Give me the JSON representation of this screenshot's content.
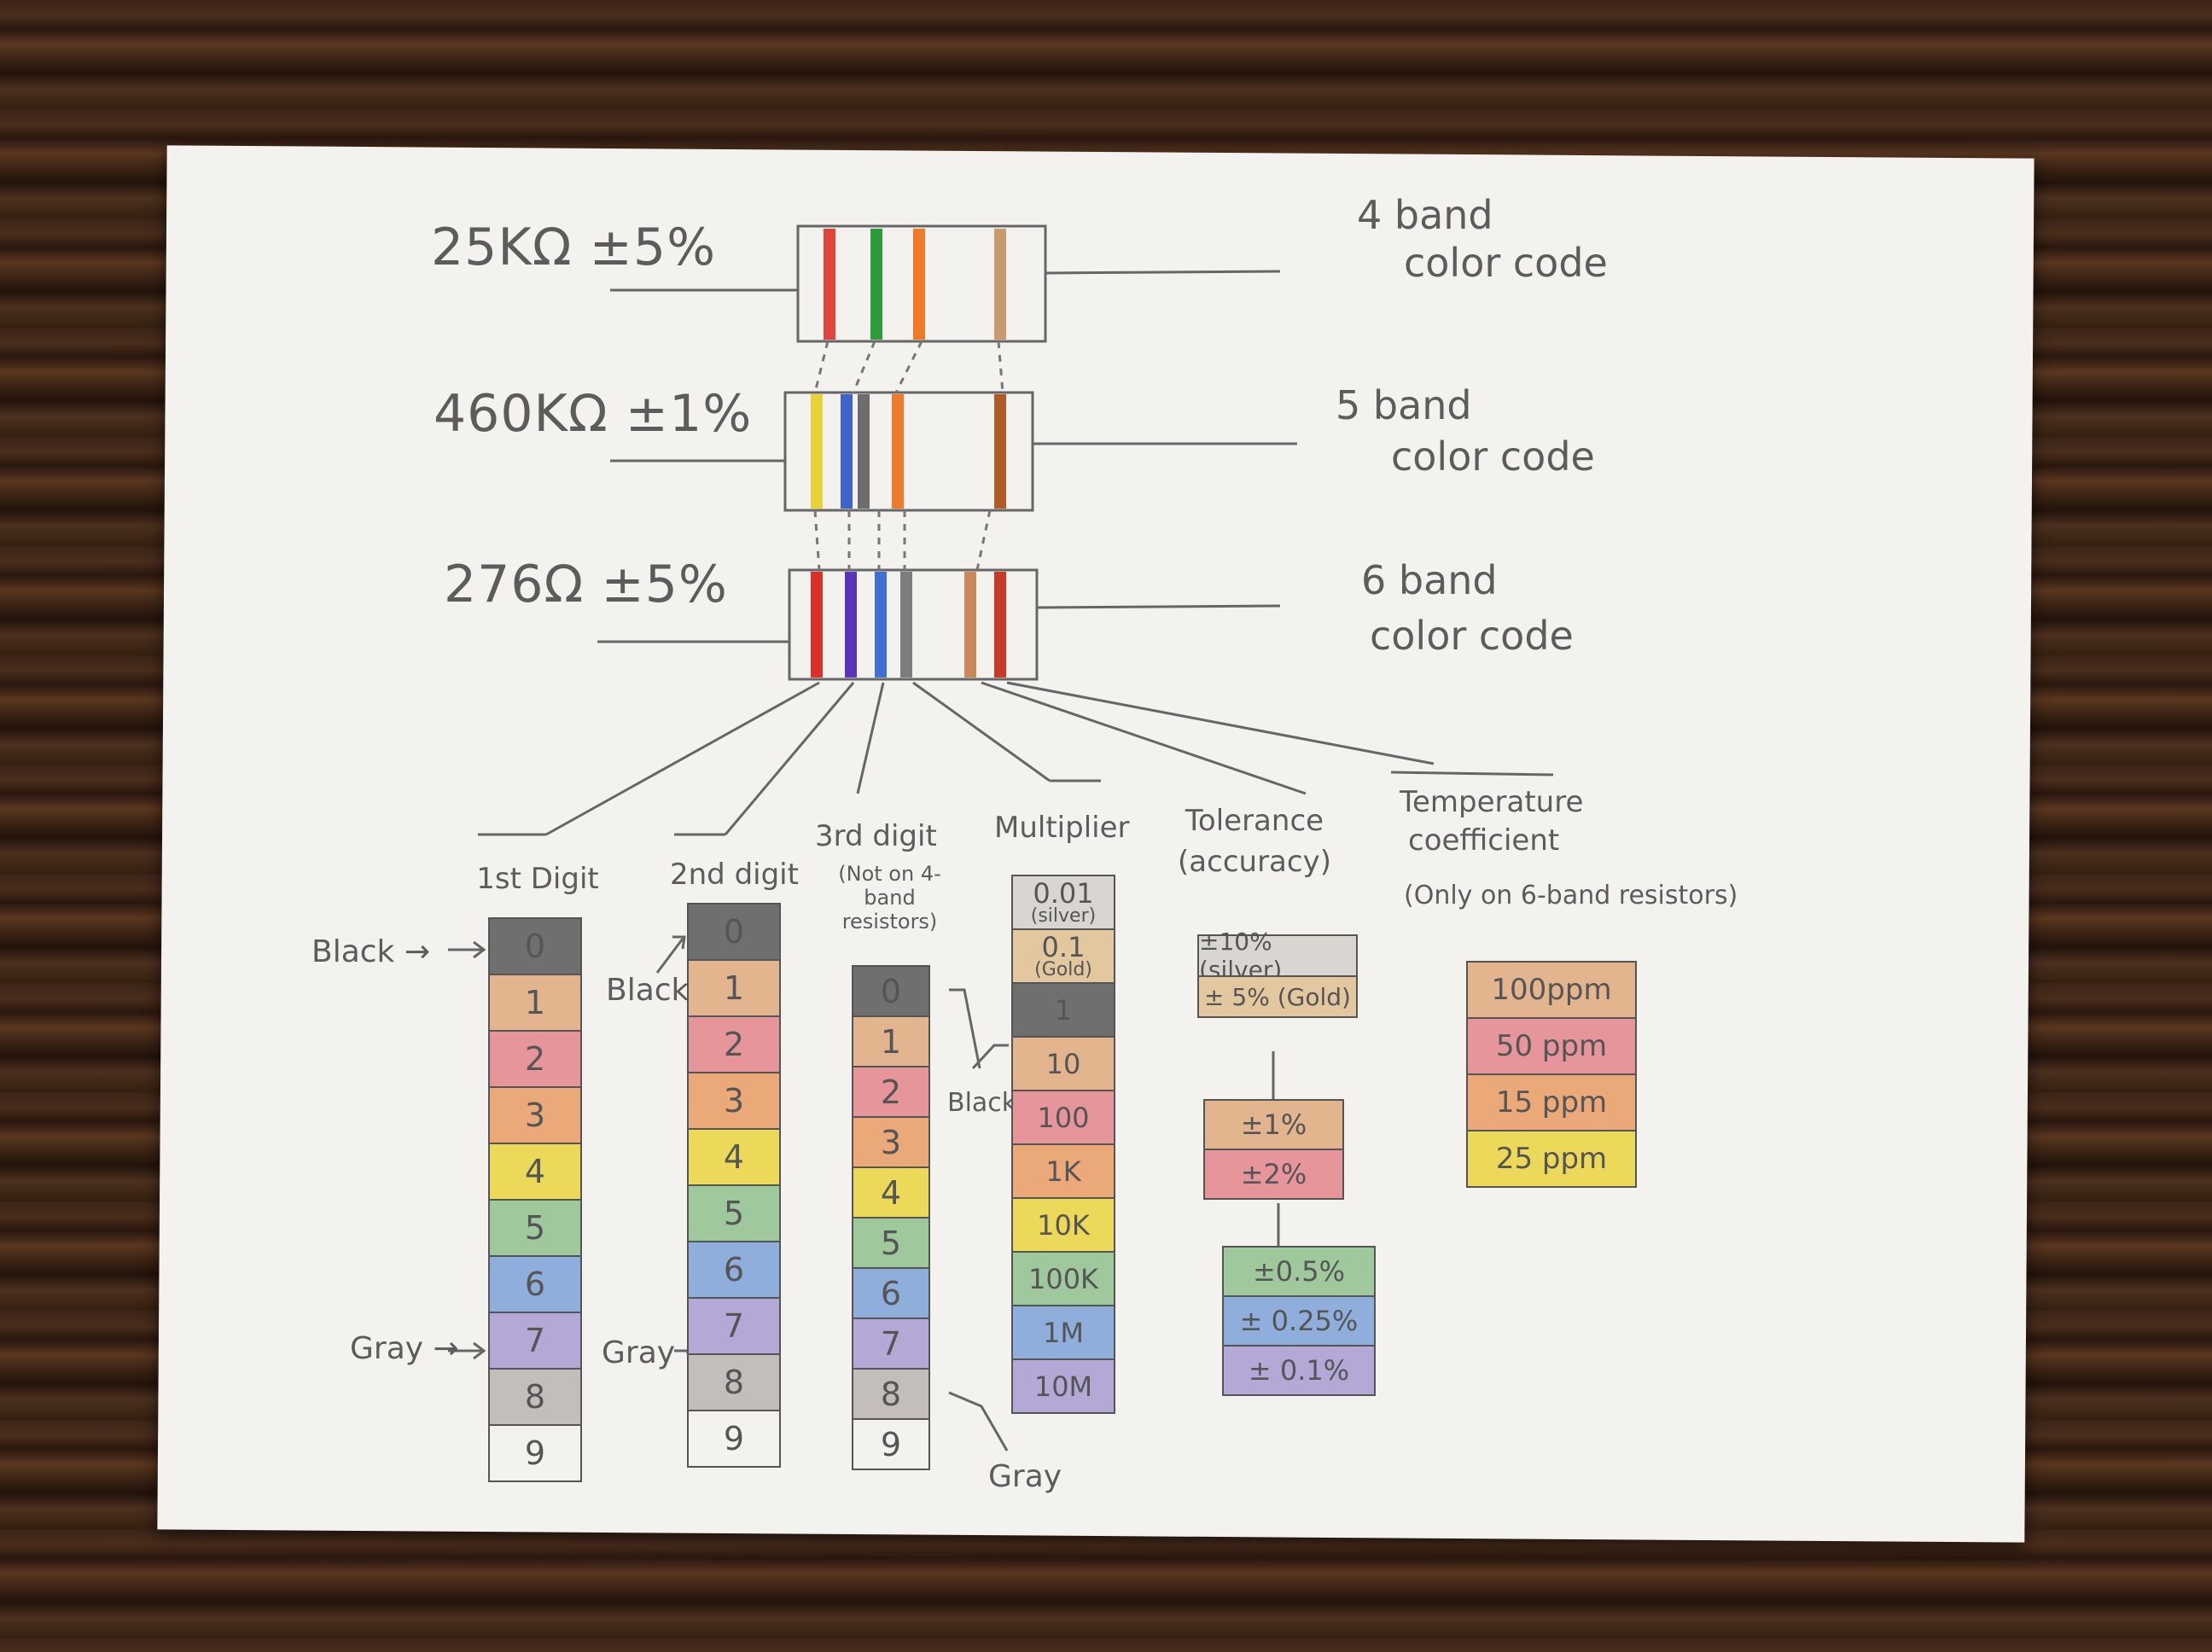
{
  "resistors": {
    "r4": {
      "value": "25KΩ ±5%",
      "note_line1": "4 band",
      "note_line2": "color code",
      "band_colors": [
        "#e0443a",
        "#2f9a3a",
        "#ee7a2a",
        "#c99a6e"
      ]
    },
    "r5": {
      "value": "460KΩ ±1%",
      "note_line1": "5 band",
      "note_line2": "color code",
      "band_colors": [
        "#e8d23a",
        "#3f63c7",
        "#6d6d6d",
        "#ee7a2a",
        "#b05a2a"
      ]
    },
    "r6": {
      "value": "276Ω ±5%",
      "note_line1": "6 band",
      "note_line2": "color code",
      "band_colors": [
        "#d8302a",
        "#5b35b8",
        "#3f6fd0",
        "#7c7c7c",
        "#c98a5a",
        "#c83a26"
      ]
    }
  },
  "columns": {
    "first": {
      "header": "1st Digit",
      "cells": [
        {
          "label": "0",
          "color": "#6f6f6f"
        },
        {
          "label": "1",
          "color": "#e3b58e"
        },
        {
          "label": "2",
          "color": "#e6959a"
        },
        {
          "label": "3",
          "color": "#eba879"
        },
        {
          "label": "4",
          "color": "#ecd95a"
        },
        {
          "label": "5",
          "color": "#9fc89c"
        },
        {
          "label": "6",
          "color": "#8faedb"
        },
        {
          "label": "7",
          "color": "#b4a9d6"
        },
        {
          "label": "8",
          "color": "#c3bebb"
        },
        {
          "label": "9",
          "color": "#f3f2ee"
        }
      ],
      "arrow_top": "Black →",
      "arrow_bottom": "Gray →"
    },
    "second": {
      "header": "2nd digit",
      "cells": [
        {
          "label": "0",
          "color": "#6f6f6f"
        },
        {
          "label": "1",
          "color": "#e3b58e"
        },
        {
          "label": "2",
          "color": "#e6959a"
        },
        {
          "label": "3",
          "color": "#eba879"
        },
        {
          "label": "4",
          "color": "#ecd95a"
        },
        {
          "label": "5",
          "color": "#9fc89c"
        },
        {
          "label": "6",
          "color": "#8faedb"
        },
        {
          "label": "7",
          "color": "#b4a9d6"
        },
        {
          "label": "8",
          "color": "#c3bebb"
        },
        {
          "label": "9",
          "color": "#f3f2ee"
        }
      ],
      "arrow_top": "Black",
      "arrow_bottom": "Gray →"
    },
    "third": {
      "header": "3rd digit",
      "sub": "(Not on 4-band resistors)",
      "cells": [
        {
          "label": "0",
          "color": "#6f6f6f"
        },
        {
          "label": "1",
          "color": "#e3b58e"
        },
        {
          "label": "2",
          "color": "#e6959a"
        },
        {
          "label": "3",
          "color": "#eba879"
        },
        {
          "label": "4",
          "color": "#ecd95a"
        },
        {
          "label": "5",
          "color": "#9fc89c"
        },
        {
          "label": "6",
          "color": "#8faedb"
        },
        {
          "label": "7",
          "color": "#b4a9d6"
        },
        {
          "label": "8",
          "color": "#c3bebb"
        },
        {
          "label": "9",
          "color": "#f3f2ee"
        }
      ],
      "arrow_top": "Black",
      "arrow_bottom": "Gray"
    },
    "multiplier": {
      "header": "Multiplier",
      "cells": [
        {
          "label": "0.01",
          "sub": "(silver)",
          "color": "#d9d6d2"
        },
        {
          "label": "0.1",
          "sub": "(Gold)",
          "color": "#e3c79e"
        },
        {
          "label": "1",
          "color": "#6f6f6f"
        },
        {
          "label": "10",
          "color": "#e3b58e"
        },
        {
          "label": "100",
          "color": "#e6959a"
        },
        {
          "label": "1K",
          "color": "#eba879"
        },
        {
          "label": "10K",
          "color": "#ecd95a"
        },
        {
          "label": "100K",
          "color": "#9fc89c"
        },
        {
          "label": "1M",
          "color": "#8faedb"
        },
        {
          "label": "10M",
          "color": "#b4a9d6"
        }
      ]
    },
    "tolerance": {
      "header": "Tolerance",
      "sub": "(accuracy)",
      "group1": [
        {
          "label": "±10% (silver)",
          "color": "#d9d6d2"
        },
        {
          "label": "± 5% (Gold)",
          "color": "#e3c79e"
        }
      ],
      "group2": [
        {
          "label": "±1%",
          "color": "#e3b58e"
        },
        {
          "label": "±2%",
          "color": "#e6959a"
        }
      ],
      "group3": [
        {
          "label": "±0.5%",
          "color": "#9fc89c"
        },
        {
          "label": "± 0.25%",
          "color": "#8faedb"
        },
        {
          "label": "± 0.1%",
          "color": "#b4a9d6"
        }
      ]
    },
    "temperature": {
      "header": "Temperature",
      "header2": "coefficient",
      "sub": "(Only on 6-band resistors)",
      "cells": [
        {
          "label": "100ppm",
          "color": "#e3b58e"
        },
        {
          "label": "50 ppm",
          "color": "#e6959a"
        },
        {
          "label": "15 ppm",
          "color": "#eba879"
        },
        {
          "label": "25 ppm",
          "color": "#ecd95a"
        }
      ]
    }
  }
}
